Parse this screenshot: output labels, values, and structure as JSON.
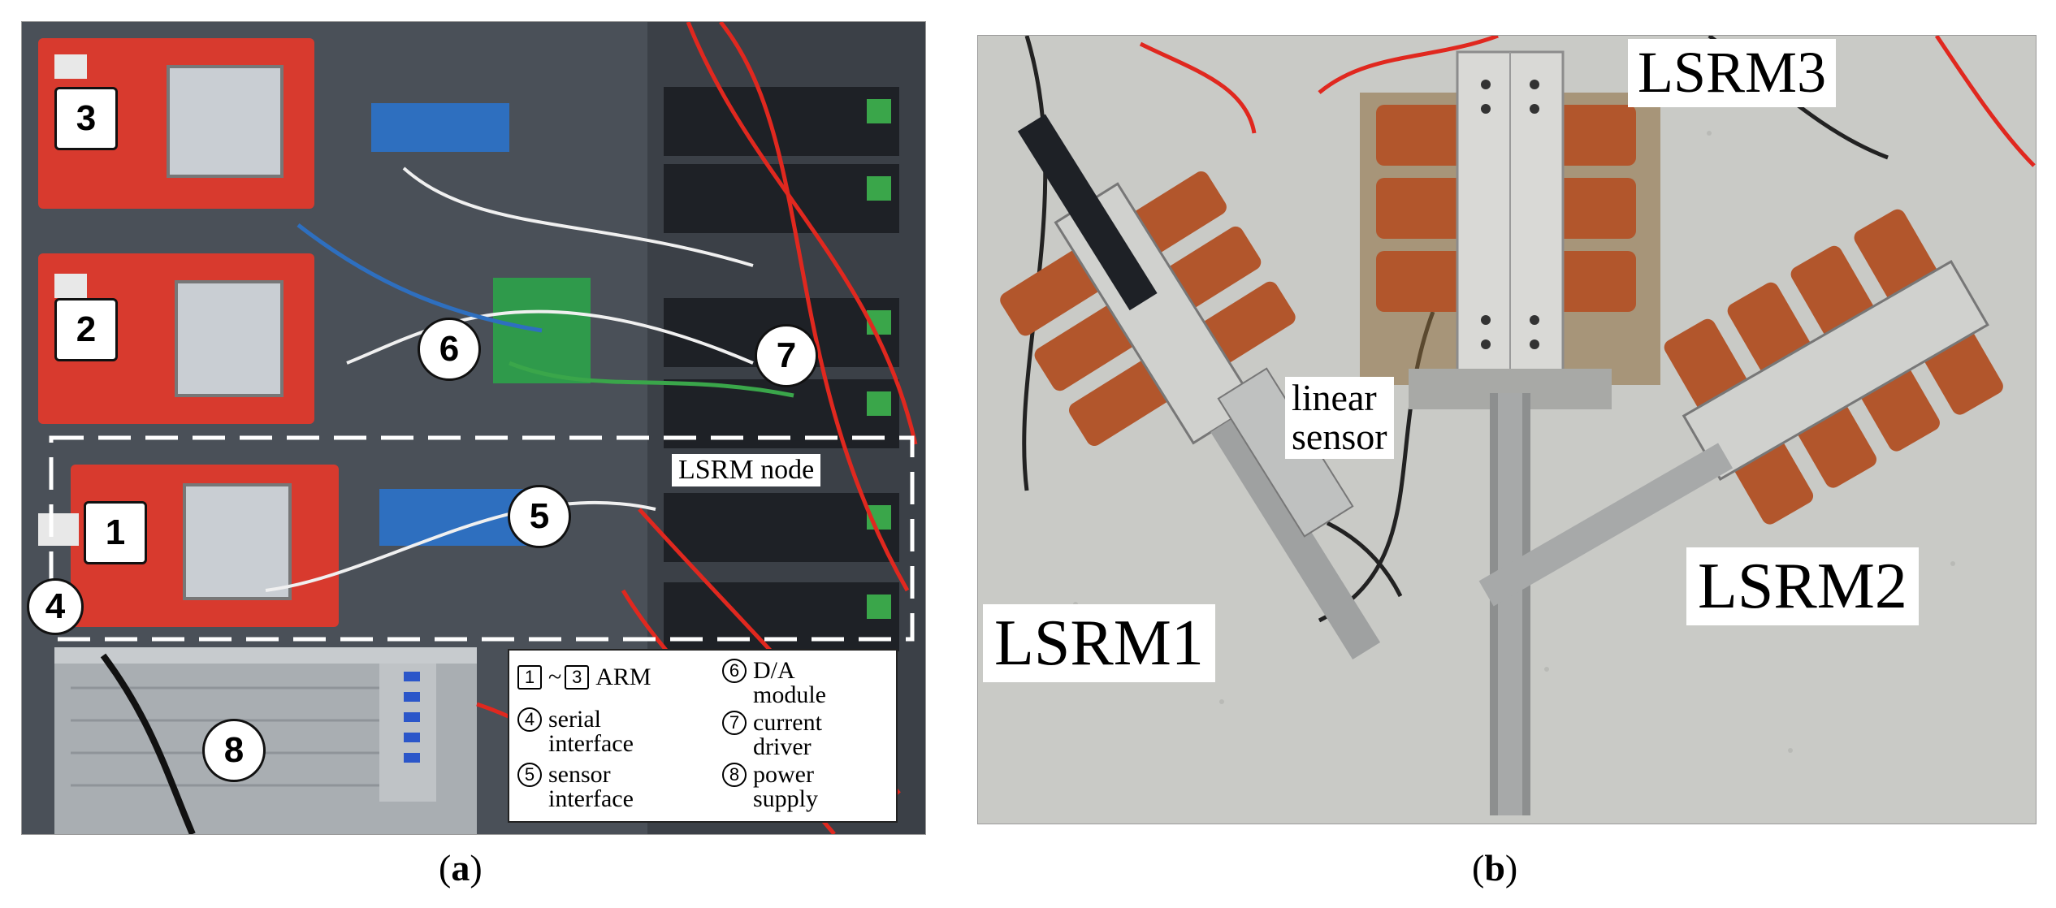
{
  "panel_a": {
    "caption_letter": "a",
    "markers": {
      "m1": "1",
      "m2": "2",
      "m3": "3",
      "m4": "4",
      "m5": "5",
      "m6": "6",
      "m7": "7",
      "m8": "8"
    },
    "node_label": "LSRM node",
    "legend": {
      "arm_from": "1",
      "arm_tilde": "~",
      "arm_to": "3",
      "arm_text": "ARM",
      "serial_num": "4",
      "serial_text_1": "serial",
      "serial_text_2": "interface",
      "sensor_num": "5",
      "sensor_text_1": "sensor",
      "sensor_text_2": "interface",
      "da_num": "6",
      "da_text_1": "D/A",
      "da_text_2": "module",
      "current_num": "7",
      "current_text_1": "current",
      "current_text_2": "driver",
      "power_num": "8",
      "power_text_1": "power",
      "power_text_2": "supply"
    }
  },
  "panel_b": {
    "caption_letter": "b",
    "labels": {
      "lsrm1": "LSRM1",
      "lsrm2": "LSRM2",
      "lsrm3": "LSRM3",
      "sensor_line_1": "linear",
      "sensor_line_2": "sensor"
    }
  },
  "colors": {
    "board_red": "#d83a2e",
    "wire_red": "#e0281f",
    "coil_copper": "#b2562c",
    "aluminum": "#d9d9d6",
    "driver_black": "#1e2126",
    "terminal_green": "#3aa64a"
  }
}
